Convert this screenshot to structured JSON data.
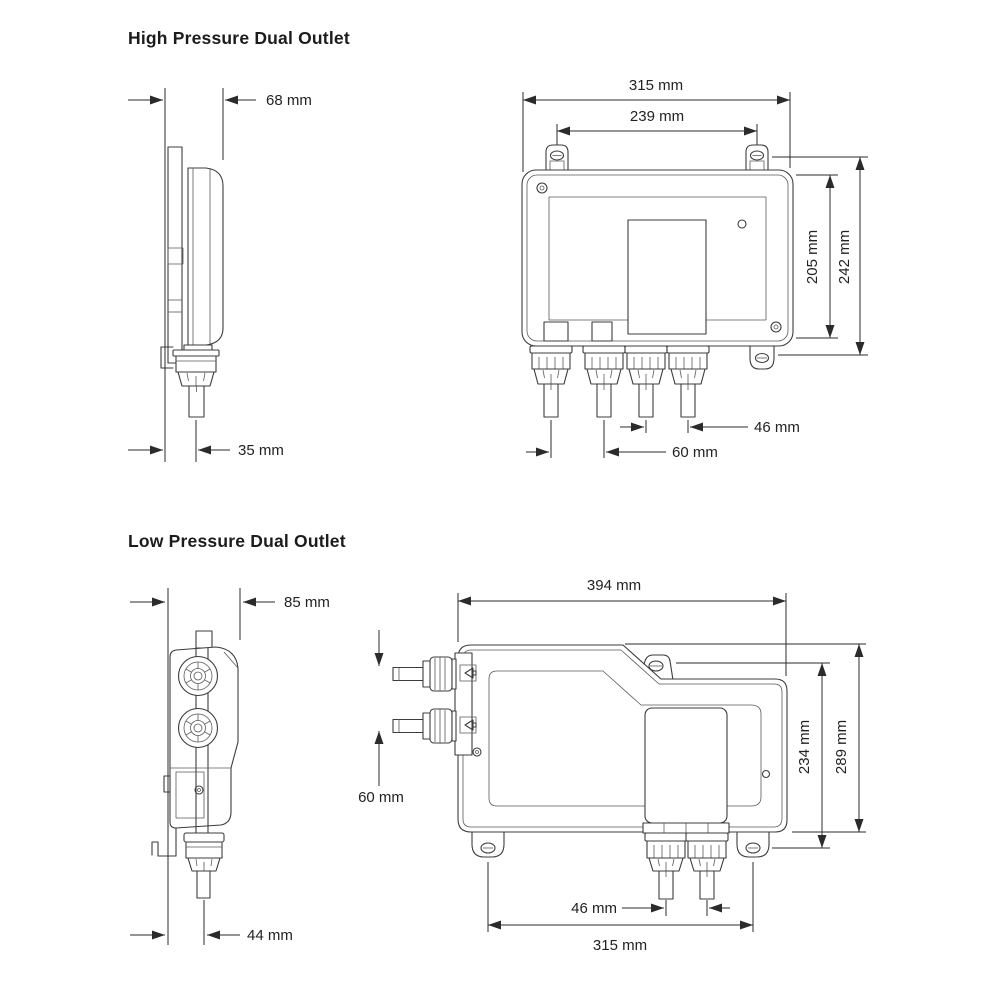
{
  "page": {
    "background": "#ffffff",
    "line_color": "#3c3c3c",
    "text_color": "#222222"
  },
  "sections": [
    {
      "title": "High Pressure Dual Outlet",
      "side_view": {
        "width_label": "68 mm",
        "outlet_offset_label": "35 mm"
      },
      "front_view": {
        "overall_width_label": "315 mm",
        "mount_hole_spacing_label": "239 mm",
        "body_height_label": "205 mm",
        "overall_height_label": "242 mm",
        "outlet_pair_right_label": "46 mm",
        "outlet_pair_left_label": "60 mm"
      }
    },
    {
      "title": "Low Pressure Dual Outlet",
      "side_view": {
        "width_label": "85 mm",
        "outlet_offset_label": "44 mm"
      },
      "front_view": {
        "overall_width_label": "394 mm",
        "inlet_spacing_label": "60 mm",
        "body_height_label": "234 mm",
        "overall_height_label": "289 mm",
        "outlet_spacing_label": "46 mm",
        "mount_hole_spacing_label": "315 mm"
      }
    }
  ]
}
